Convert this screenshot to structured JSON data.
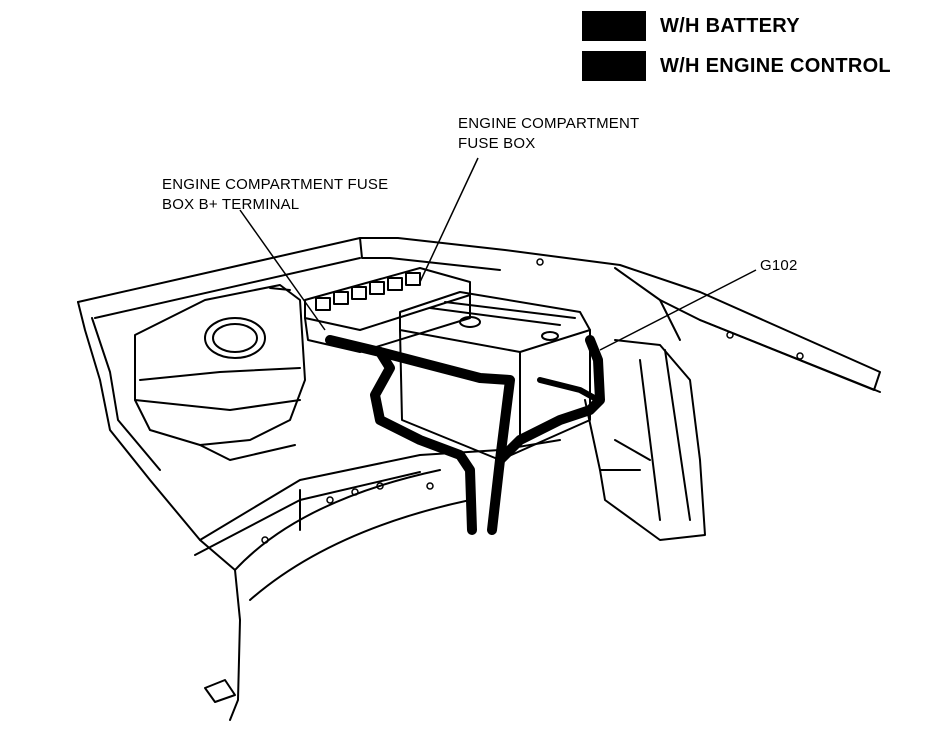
{
  "legend": {
    "items": [
      {
        "label": "W/H BATTERY",
        "color": "#000000"
      },
      {
        "label": "W/H ENGINE CONTROL",
        "color": "#000000"
      }
    ]
  },
  "callouts": {
    "fuse_box": {
      "line1": "ENGINE COMPARTMENT",
      "line2": "FUSE BOX"
    },
    "b_terminal": {
      "line1": "ENGINE COMPARTMENT FUSE",
      "line2": "BOX B+ TERMINAL"
    },
    "ground": {
      "label": "G102"
    }
  }
}
